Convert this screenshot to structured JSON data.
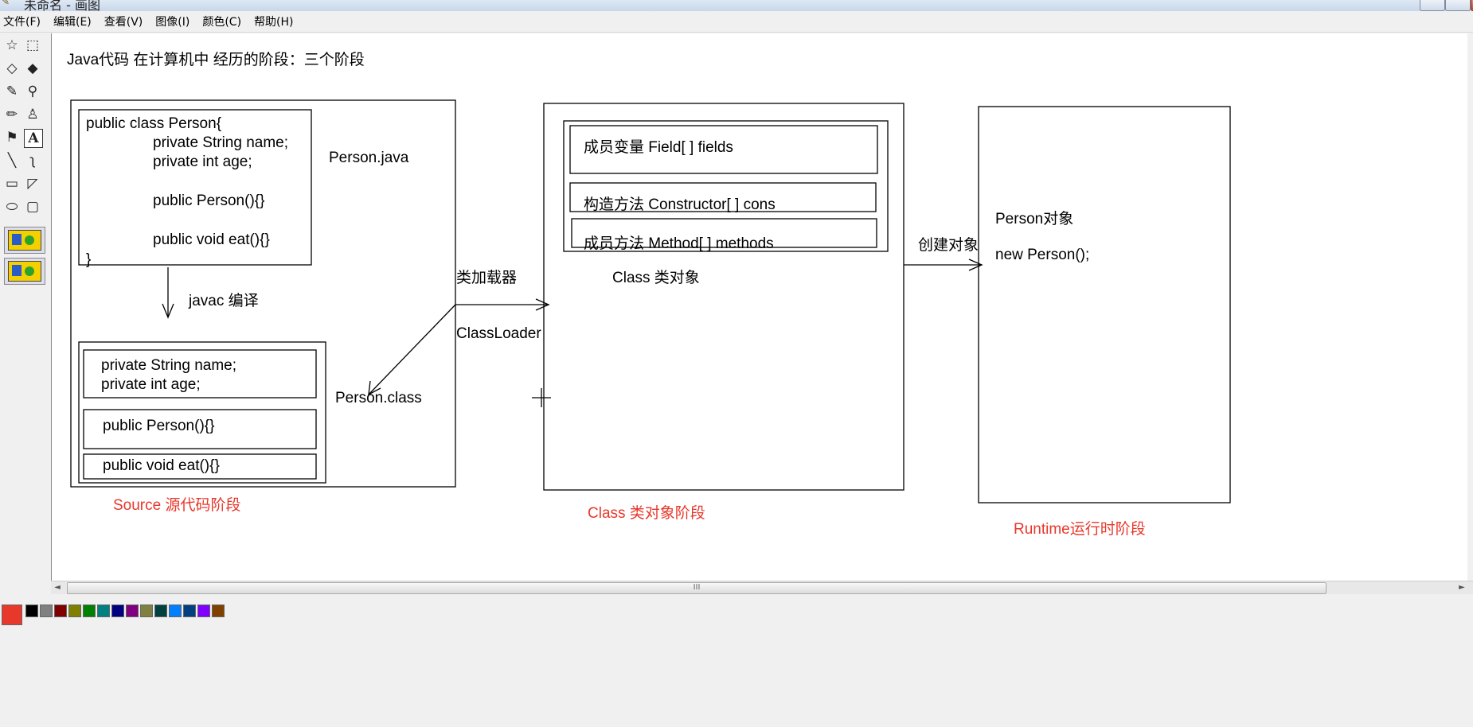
{
  "window": {
    "title": "未命名 - 画图"
  },
  "menu": [
    "文件(F)",
    "编辑(E)",
    "查看(V)",
    "图像(I)",
    "颜色(C)",
    "帮助(H)"
  ],
  "tools": [
    {
      "name": "free-select-icon",
      "glyph": "☆"
    },
    {
      "name": "rect-select-icon",
      "glyph": "⬚"
    },
    {
      "name": "eraser-icon",
      "glyph": "◇"
    },
    {
      "name": "fill-icon",
      "glyph": "◆"
    },
    {
      "name": "eyedropper-icon",
      "glyph": "✎"
    },
    {
      "name": "magnifier-icon",
      "glyph": "⚲"
    },
    {
      "name": "pencil-icon",
      "glyph": "✏"
    },
    {
      "name": "brush-icon",
      "glyph": "♙"
    },
    {
      "name": "airbrush-icon",
      "glyph": "⚑"
    },
    {
      "name": "text-tool-icon",
      "glyph": "A"
    },
    {
      "name": "line-tool-icon",
      "glyph": "╲"
    },
    {
      "name": "curve-tool-icon",
      "glyph": "ʅ"
    },
    {
      "name": "rectangle-tool-icon",
      "glyph": "▭"
    },
    {
      "name": "polygon-tool-icon",
      "glyph": "◸"
    },
    {
      "name": "ellipse-tool-icon",
      "glyph": "⬭"
    },
    {
      "name": "rounded-rect-tool-icon",
      "glyph": "▢"
    }
  ],
  "canvas": {
    "heading": "Java代码 在计算机中 经历的阶段：三个阶段",
    "source_code": {
      "line1": "public class Person{",
      "line2": "private String name;",
      "line3": "private int age;",
      "line4": "public Person(){}",
      "line5": "public void eat(){}",
      "line6": "}"
    },
    "person_java": "Person.java",
    "javac_label": "javac 编译",
    "class_file": {
      "fields1": "private String name;",
      "fields2": "private int age;",
      "ctor": "public Person(){}",
      "method": "public void eat(){}"
    },
    "person_class": "Person.class",
    "source_stage": "Source 源代码阶段",
    "loader_cn": "类加载器",
    "loader_en": "ClassLoader",
    "class_object": {
      "fields": "成员变量  Field[ ] fields",
      "constructors": "构造方法  Constructor[ ] cons",
      "methods": "成员方法 Method[ ] methods",
      "label": "Class 类对象"
    },
    "class_stage": "Class 类对象阶段",
    "create_object": "创建对象",
    "runtime": {
      "line1": "Person对象",
      "line2": "new Person();"
    },
    "runtime_stage": "Runtime运行时阶段"
  },
  "scrollbar": {
    "thumb_label": "III",
    "left_arrow": "◄",
    "right_arrow": "►"
  },
  "palette": {
    "current": [
      "#000000",
      "#ffffff"
    ],
    "colors": [
      "#000000",
      "#808080",
      "#800000",
      "#808000",
      "#008000",
      "#008080",
      "#000080",
      "#800080",
      "#808040",
      "#004040",
      "#0080ff",
      "#004080",
      "#8000ff",
      "#804000"
    ]
  }
}
